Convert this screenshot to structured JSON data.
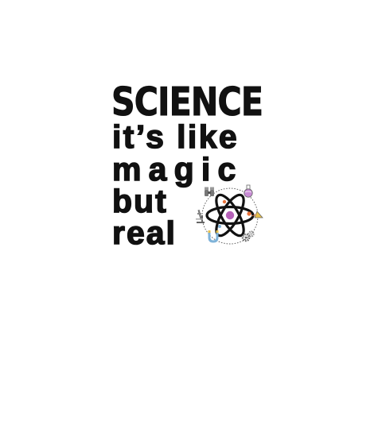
{
  "design": {
    "headline": "SCIENCE",
    "lines": [
      "it’s like",
      "magic",
      "but",
      "real"
    ]
  },
  "colors": {
    "text": "#111111",
    "background": "#ffffff",
    "nucleus": "#b561b8",
    "accent_orange": "#e8723a",
    "accent_yellow": "#e8c14a",
    "accent_blue": "#7fb3d9",
    "flask_pink": "#c98bd6",
    "dashed_ring": "#555555"
  },
  "icons": [
    "atom-icon",
    "binoculars-icon",
    "flask-icon",
    "microscope-icon",
    "prism-icon",
    "magnet-icon",
    "gears-icon"
  ]
}
